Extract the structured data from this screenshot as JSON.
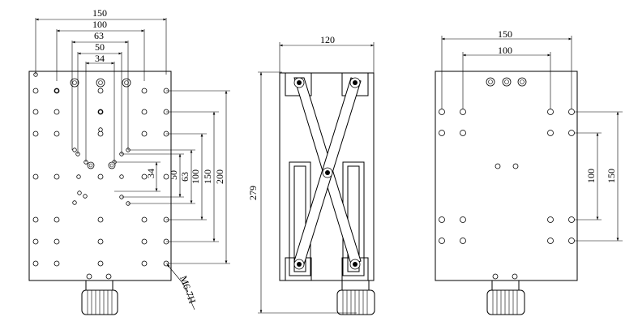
{
  "top_view": {
    "dims_horizontal": [
      "150",
      "100",
      "63",
      "50",
      "34"
    ],
    "dims_vertical": [
      "34",
      "50",
      "63",
      "100",
      "150",
      "200"
    ],
    "thread_note": "M6-7H"
  },
  "side_view": {
    "width_dim": "120",
    "height_dim": "279"
  },
  "bottom_view": {
    "dims_horizontal": [
      "150",
      "100"
    ],
    "dims_vertical": [
      "100",
      "150"
    ]
  }
}
